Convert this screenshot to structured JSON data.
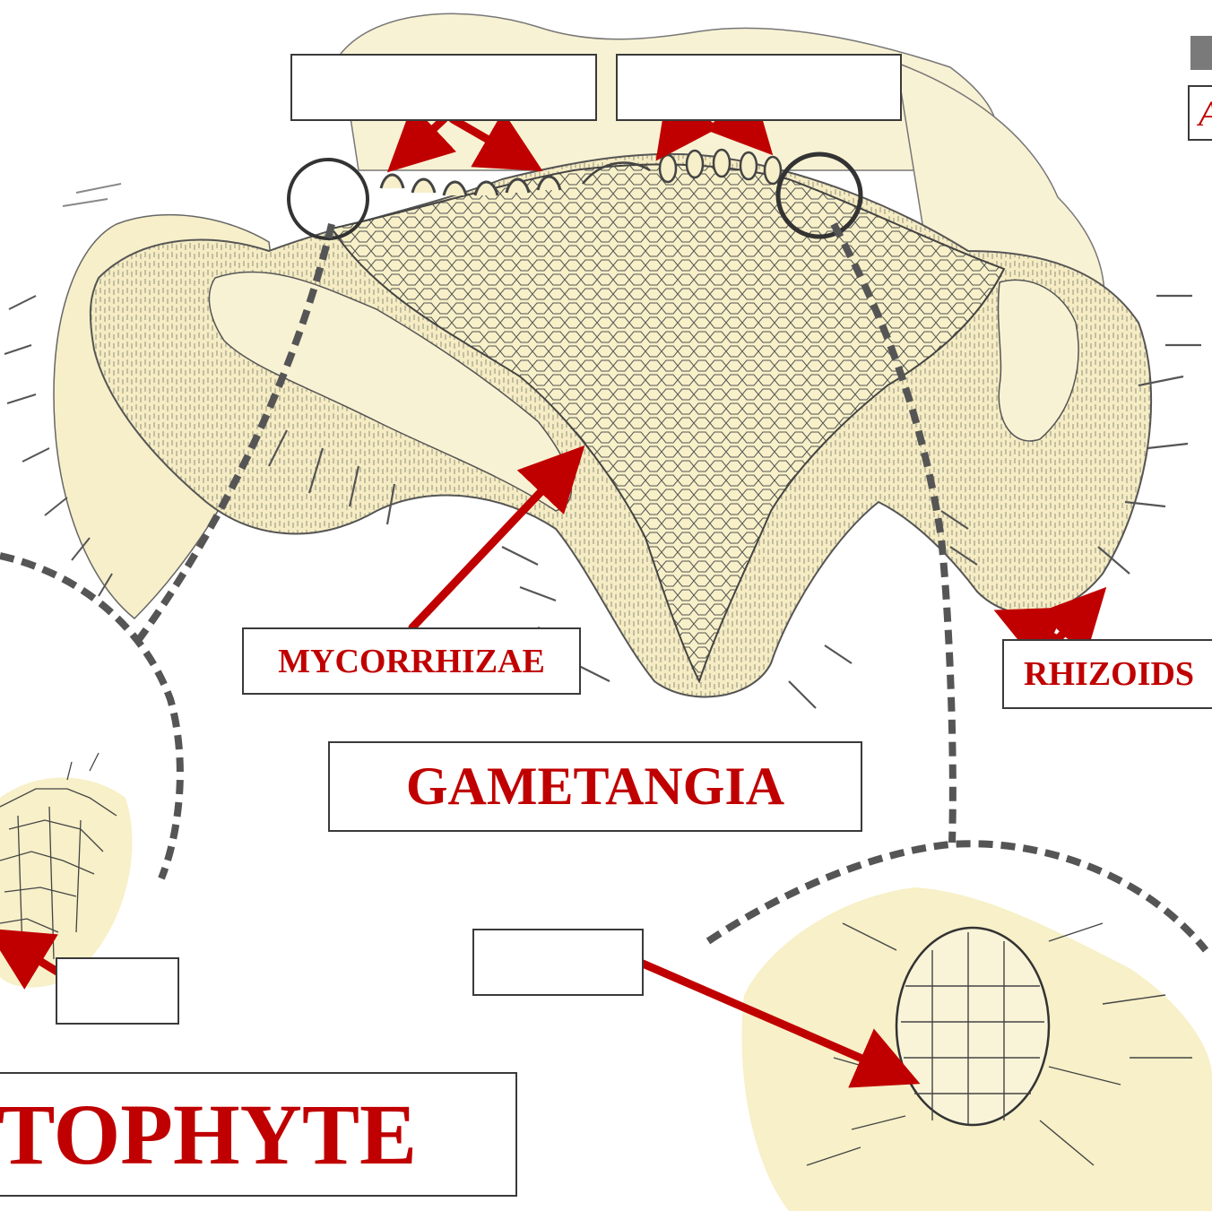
{
  "labels": {
    "mycorrhizae": "MYCORRHIZAE",
    "rhizoids": "RHIZOIDS",
    "gametangia": "GAMETANGIA",
    "gametophyte": "TOPHYTE",
    "corner_fragment": "A"
  },
  "colors": {
    "label_text": "#c00000",
    "arrow": "#c00000",
    "tissue_fill": "#f7f0c8",
    "outline": "#3b3b3b",
    "dashed_line": "#555555",
    "corner_swatch": "#7a7a7a"
  },
  "icons": {
    "arrow": "red-arrow-icon"
  }
}
